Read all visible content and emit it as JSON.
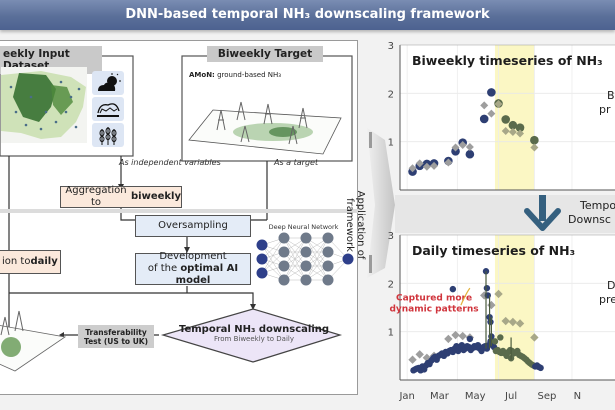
{
  "banner": {
    "title": "DNN-based temporal NH₃ downscaling framework"
  },
  "left_panel": {
    "input_dataset": {
      "header": "Biweekly Input Dataset",
      "header_visible": "eekly Input Dataset",
      "icons": [
        "weather-icon",
        "livestock-farm-icon",
        "crop-icon"
      ]
    },
    "target": {
      "header": "Biweekly Target",
      "label_bold": "AMoN:",
      "label_text": " ground-based NH₃"
    },
    "edge_labels": {
      "independent": "As independent variables",
      "target": "As a target"
    },
    "steps": {
      "aggregation_prefix": "Aggregation to ",
      "aggregation_bold": "biweekly",
      "daily_prefix": "ion to ",
      "daily_bold": "daily",
      "oversampling": "Oversampling",
      "development_line1": "Development",
      "development_prefix": "of the ",
      "development_bold": "optimal AI model",
      "dnn_label": "Deep Neural Network",
      "decision_title": "Temporal NH₃ downscaling",
      "decision_sub": "From Biweekly to Daily",
      "transfer_line1": "Transferability",
      "transfer_line2": "Test (US to UK)"
    }
  },
  "connector": {
    "label_line1": "Application of",
    "label_line2": "framework"
  },
  "middle_arrow": {
    "label_line1": "Tempo",
    "label_line2": "Downsc"
  },
  "colors": {
    "observed_blue": "#2e3f73",
    "summer_green": "#5a6b4c",
    "predicted_grey": "#9e9e9e",
    "highlight": "#fbf7c4",
    "annotation_red": "#d0343c",
    "banner": "#5a6f99"
  },
  "chart_data": [
    {
      "type": "scatter",
      "title": "Biweekly timeseries of NH₃",
      "side_label": [
        "B",
        "pr"
      ],
      "ylim": [
        0,
        3
      ],
      "yticks": [
        "1",
        "2",
        "3"
      ],
      "xlim": [
        0,
        12
      ],
      "highlight_range": [
        5.3,
        7.5
      ],
      "grid": true,
      "series": [
        {
          "name": "observed",
          "marker": "circle",
          "x": [
            0.7,
            1.1,
            1.5,
            1.9,
            2.7,
            3.1,
            3.5,
            3.9,
            4.7,
            5.1,
            5.5,
            5.9,
            6.3,
            6.7,
            7.5
          ],
          "y": [
            0.38,
            0.5,
            0.54,
            0.55,
            0.6,
            0.8,
            0.98,
            0.74,
            1.47,
            2.02,
            1.79,
            1.46,
            1.34,
            1.29,
            1.03
          ]
        },
        {
          "name": "predicted",
          "marker": "diamond",
          "x": [
            0.7,
            1.1,
            1.5,
            1.9,
            2.7,
            3.1,
            3.5,
            3.9,
            4.7,
            5.1,
            5.5,
            5.9,
            6.3,
            6.7,
            7.5
          ],
          "y": [
            0.45,
            0.55,
            0.48,
            0.5,
            0.57,
            0.88,
            0.93,
            0.89,
            1.75,
            1.58,
            1.78,
            1.22,
            1.2,
            1.17,
            0.88
          ]
        }
      ]
    },
    {
      "type": "scatter",
      "title": "Daily timeseries of NH₃",
      "side_label": [
        "D",
        "prec"
      ],
      "annotation": [
        "Captured more",
        "dynamic patterns"
      ],
      "ylim": [
        0,
        3
      ],
      "yticks": [
        "1",
        "2",
        "3"
      ],
      "xlim": [
        0,
        12
      ],
      "xticks": [
        "Jan",
        "Mar",
        "May",
        "Jul",
        "Sep",
        "N"
      ],
      "highlight_range": [
        5.3,
        7.5
      ],
      "grid": true,
      "series": [
        {
          "name": "predicted_biweekly",
          "marker": "diamond",
          "x": [
            0.7,
            1.1,
            1.5,
            1.9,
            2.7,
            3.1,
            3.5,
            3.9,
            4.7,
            5.1,
            5.5,
            5.9,
            6.3,
            6.7,
            7.5
          ],
          "y": [
            0.42,
            0.53,
            0.46,
            0.5,
            0.85,
            0.93,
            0.91,
            0.88,
            1.75,
            1.55,
            1.78,
            1.22,
            1.2,
            1.17,
            0.88
          ]
        },
        {
          "name": "daily_estimate",
          "marker": "circle",
          "x": [
            0.75,
            0.85,
            0.95,
            1.05,
            1.15,
            1.25,
            1.35,
            1.45,
            1.55,
            1.65,
            1.75,
            1.85,
            1.95,
            2.05,
            2.15,
            2.25,
            2.35,
            2.45,
            2.55,
            2.65,
            2.75,
            2.85,
            2.95,
            3.05,
            3.15,
            3.25,
            3.35,
            3.45,
            3.55,
            3.65,
            3.75,
            3.85,
            3.95,
            4.05,
            4.15,
            4.25,
            4.35,
            4.45,
            4.55,
            4.65,
            4.75,
            4.85,
            4.95,
            5.05,
            5.15,
            5.25,
            5.35,
            5.45,
            5.55,
            5.65,
            5.75,
            5.85,
            5.95,
            6.05,
            6.15,
            6.25,
            6.35,
            6.45,
            6.55,
            6.65,
            6.75,
            6.85,
            6.95,
            7.05,
            7.15,
            7.25,
            7.35,
            7.45,
            7.55,
            7.65,
            7.75,
            7.85,
            2.95,
            3.9,
            4.8,
            4.85,
            4.9,
            5.0,
            5.05,
            5.1,
            5.3,
            5.6,
            6.2
          ],
          "y": [
            0.2,
            0.22,
            0.24,
            0.25,
            0.2,
            0.28,
            0.22,
            0.3,
            0.35,
            0.33,
            0.4,
            0.45,
            0.48,
            0.42,
            0.5,
            0.52,
            0.55,
            0.5,
            0.58,
            0.55,
            0.6,
            0.62,
            0.58,
            0.65,
            0.7,
            0.6,
            0.68,
            0.72,
            0.62,
            0.65,
            0.7,
            0.68,
            0.62,
            0.66,
            0.7,
            0.68,
            0.72,
            0.65,
            0.6,
            0.68,
            0.7,
            0.65,
            0.72,
            0.8,
            0.75,
            0.68,
            0.6,
            0.62,
            0.58,
            0.56,
            0.6,
            0.55,
            0.5,
            0.58,
            0.62,
            0.6,
            0.55,
            0.57,
            0.6,
            0.52,
            0.5,
            0.48,
            0.45,
            0.42,
            0.38,
            0.35,
            0.32,
            0.3,
            0.28,
            0.3,
            0.27,
            0.25,
            1.88,
            0.85,
            2.25,
            1.9,
            1.75,
            1.3,
            1.2,
            0.9,
            0.8,
            0.88,
            0.45
          ]
        }
      ]
    }
  ]
}
